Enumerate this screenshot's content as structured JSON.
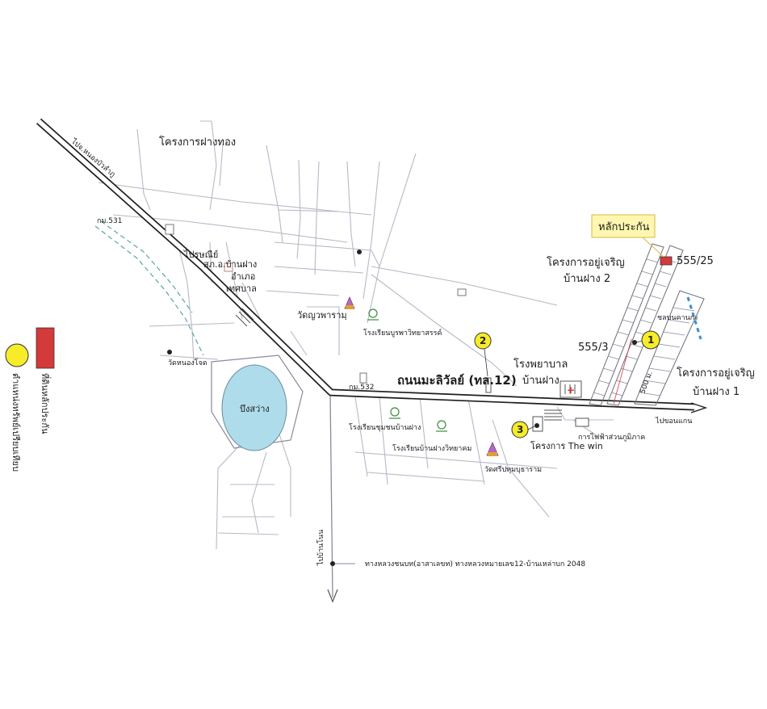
{
  "legend": {
    "red_label": "ที่ดินหลักประกัน",
    "yellow_label": "ตำแหน่งทรัพย์เปรียบเทียบ",
    "red_color": "#d43a3a",
    "yellow_color": "#f6ec2a"
  },
  "callout": {
    "label": "หลักประกัน",
    "fill": "#fff7b0"
  },
  "road_labels": {
    "main_road": "ถนนมะลิวัลย์ (ทล.12)",
    "to_khonkaen": "ไปขอนแกน",
    "to_nongbualamphu": "ไปจ.หนองบัวลำภู",
    "km531": "กม.531",
    "km532": "กม.532",
    "south_road": "ทางหลวงชนบท(อาสาเลขท) ทางหลวงหมายเลข12-บ้านเหล่าบก 2048",
    "to_south": "ไปบ้านโนน",
    "distance": "500 ม.",
    "village_right": "ชลบนคานกะ"
  },
  "places": {
    "fang_thong": "โครงการฝางทอง",
    "post_office": "ไปรษณีย์",
    "police": "สภ.อ.บ้านฝาง",
    "district": "อำเภอ",
    "municipality": "เทศบาล",
    "wat_dhammaram": "วัดญวพารามฺ",
    "school_north": "โรงเรียนบูรพาวิทยาสรรค์",
    "lake": "บึงสว่าง",
    "hospital_1": "โรงพยาบาล",
    "hospital_2": "บ้านฝาง",
    "school_ban_fang": "โรงเรียนชุมชนบ้านฝาง",
    "school_fang_witthaya": "โรงเรียนบ้านฝางวิทยาคม",
    "wat_sri_pathum": "วัดศรีปทุมบุธาราม",
    "the_win": "โครงการ The win",
    "pea": "การไฟฟ้าส่วนภูมิภาค",
    "yu_charoen_2a": "โครงการอยู่เจริญ",
    "yu_charoen_2b": "บ้านฝาง 2",
    "yu_charoen_1a": "โครงการอยู่เจริญ",
    "yu_charoen_1b": "บ้านฝาง 1",
    "temple_small": "วัดหนองโจด"
  },
  "plots": {
    "collateral": "555/25",
    "comparable_1": "555/3"
  },
  "markers": [
    "1",
    "2",
    "3"
  ]
}
